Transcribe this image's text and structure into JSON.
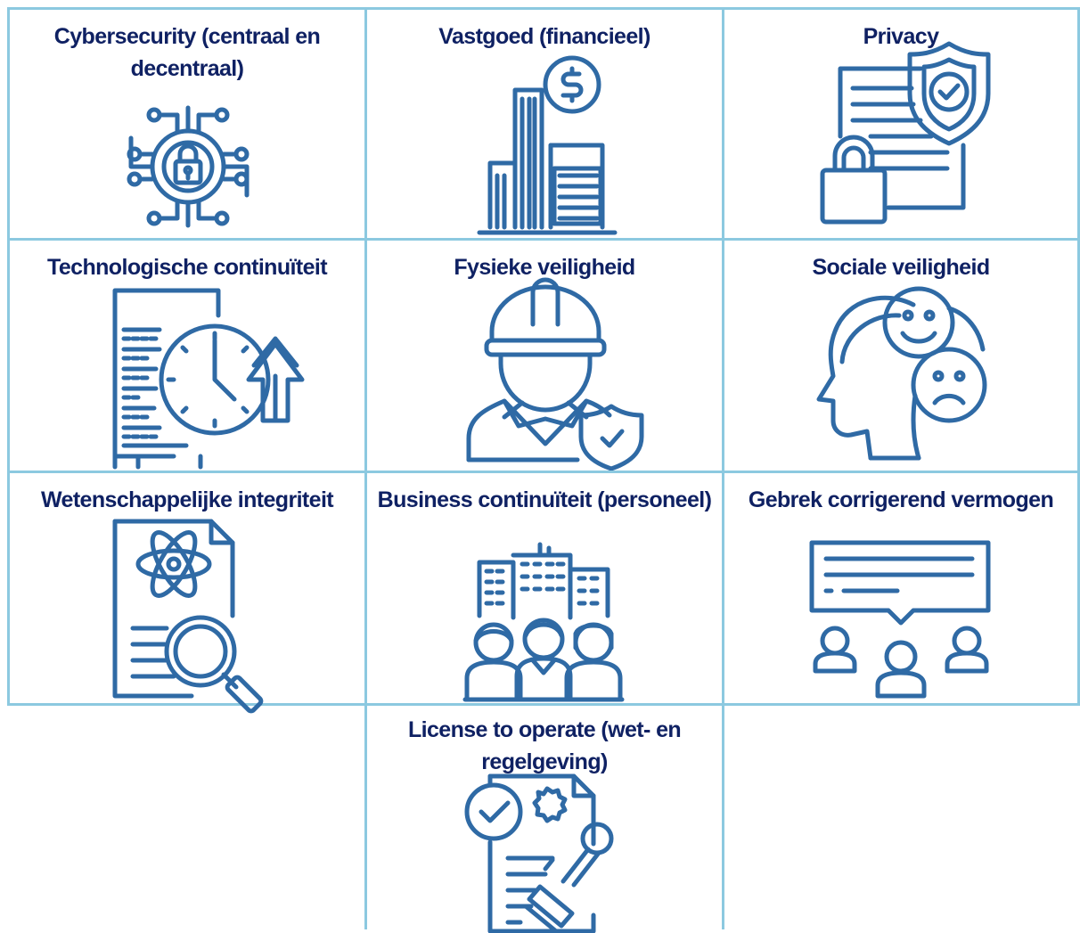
{
  "cells": [
    {
      "title": "Cybersecurity (centraal en decentraal)",
      "icon": "circuit-lock-icon"
    },
    {
      "title": "Vastgoed (financieel)",
      "icon": "building-dollar-icon"
    },
    {
      "title": "Privacy",
      "icon": "document-shield-lock-icon"
    },
    {
      "title": "Technologische continuïteit",
      "icon": "server-clock-arrow-icon"
    },
    {
      "title": "Fysieke veiligheid",
      "icon": "worker-helmet-shield-icon"
    },
    {
      "title": "Sociale veiligheid",
      "icon": "head-emotions-icon"
    },
    {
      "title": "Wetenschappelijke integriteit",
      "icon": "document-atom-magnifier-icon"
    },
    {
      "title": "Business continuïteit (personeel)",
      "icon": "city-people-icon"
    },
    {
      "title": "Gebrek corrigerend vermogen",
      "icon": "speech-bubble-people-icon"
    },
    {
      "title": "License to operate (wet- en regelgeving)",
      "icon": "document-stamp-check-icon"
    }
  ],
  "colors": {
    "icon": "#2f6aa5",
    "title": "#0f2163",
    "border": "#8cc9e0"
  }
}
